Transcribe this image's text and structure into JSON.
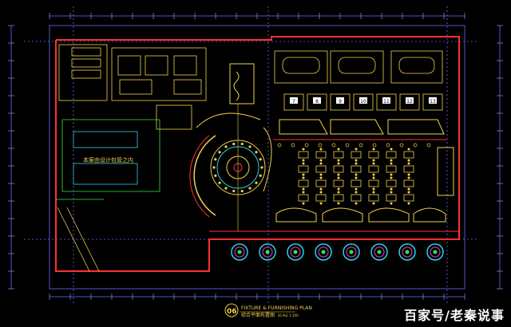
{
  "drawing": {
    "sheet_number": "06",
    "title_en": "FIXTURE & FURNISHING PLAN",
    "title_cn": "综合平面布置图",
    "scale": "SCALE 1:100"
  },
  "plan_note": "本案由设计包管之内",
  "room_numbers": [
    "7",
    "8",
    "9",
    "10",
    "11",
    "12",
    "13"
  ],
  "watermark": "百家号/老秦说事",
  "colors": {
    "background": "#000000",
    "walls": "#ff3030",
    "furniture": "#f0d24a",
    "dimension": "#6b6bff",
    "cyan": "#2fd0e0",
    "magenta": "#e040e0",
    "green": "#39e639",
    "white": "#ffffff"
  }
}
